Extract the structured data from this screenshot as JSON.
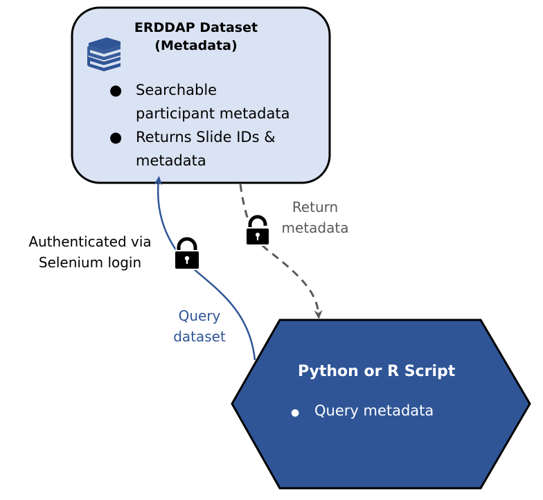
{
  "colors": {
    "dataset_box_fill": "#dae3f3",
    "script_hex_fill": "#2f5597",
    "query_arrow": "#2f5597",
    "return_arrow": "#595959",
    "outline": "#000000"
  },
  "dataset_box": {
    "icon": "books-stack-icon",
    "title_line1": "ERDDAP Dataset",
    "title_line2": "(Metadata)",
    "bullets": [
      {
        "line1": "Searchable",
        "line2": "participant metadata"
      },
      {
        "line1": "Returns Slide IDs &",
        "line2": "metadata"
      }
    ]
  },
  "script_node": {
    "title": "Python or R Script",
    "bullets": [
      "Query metadata"
    ]
  },
  "edges": {
    "query": {
      "label_line1": "Query",
      "label_line2": "dataset",
      "style": "solid",
      "lock_icon": "locked-padlock-icon",
      "annotation_line1": "Authenticated via",
      "annotation_line2": "Selenium login"
    },
    "return": {
      "label_line1": "Return",
      "label_line2": "metadata",
      "style": "dashed",
      "lock_icon": "unlocked-padlock-icon"
    }
  }
}
